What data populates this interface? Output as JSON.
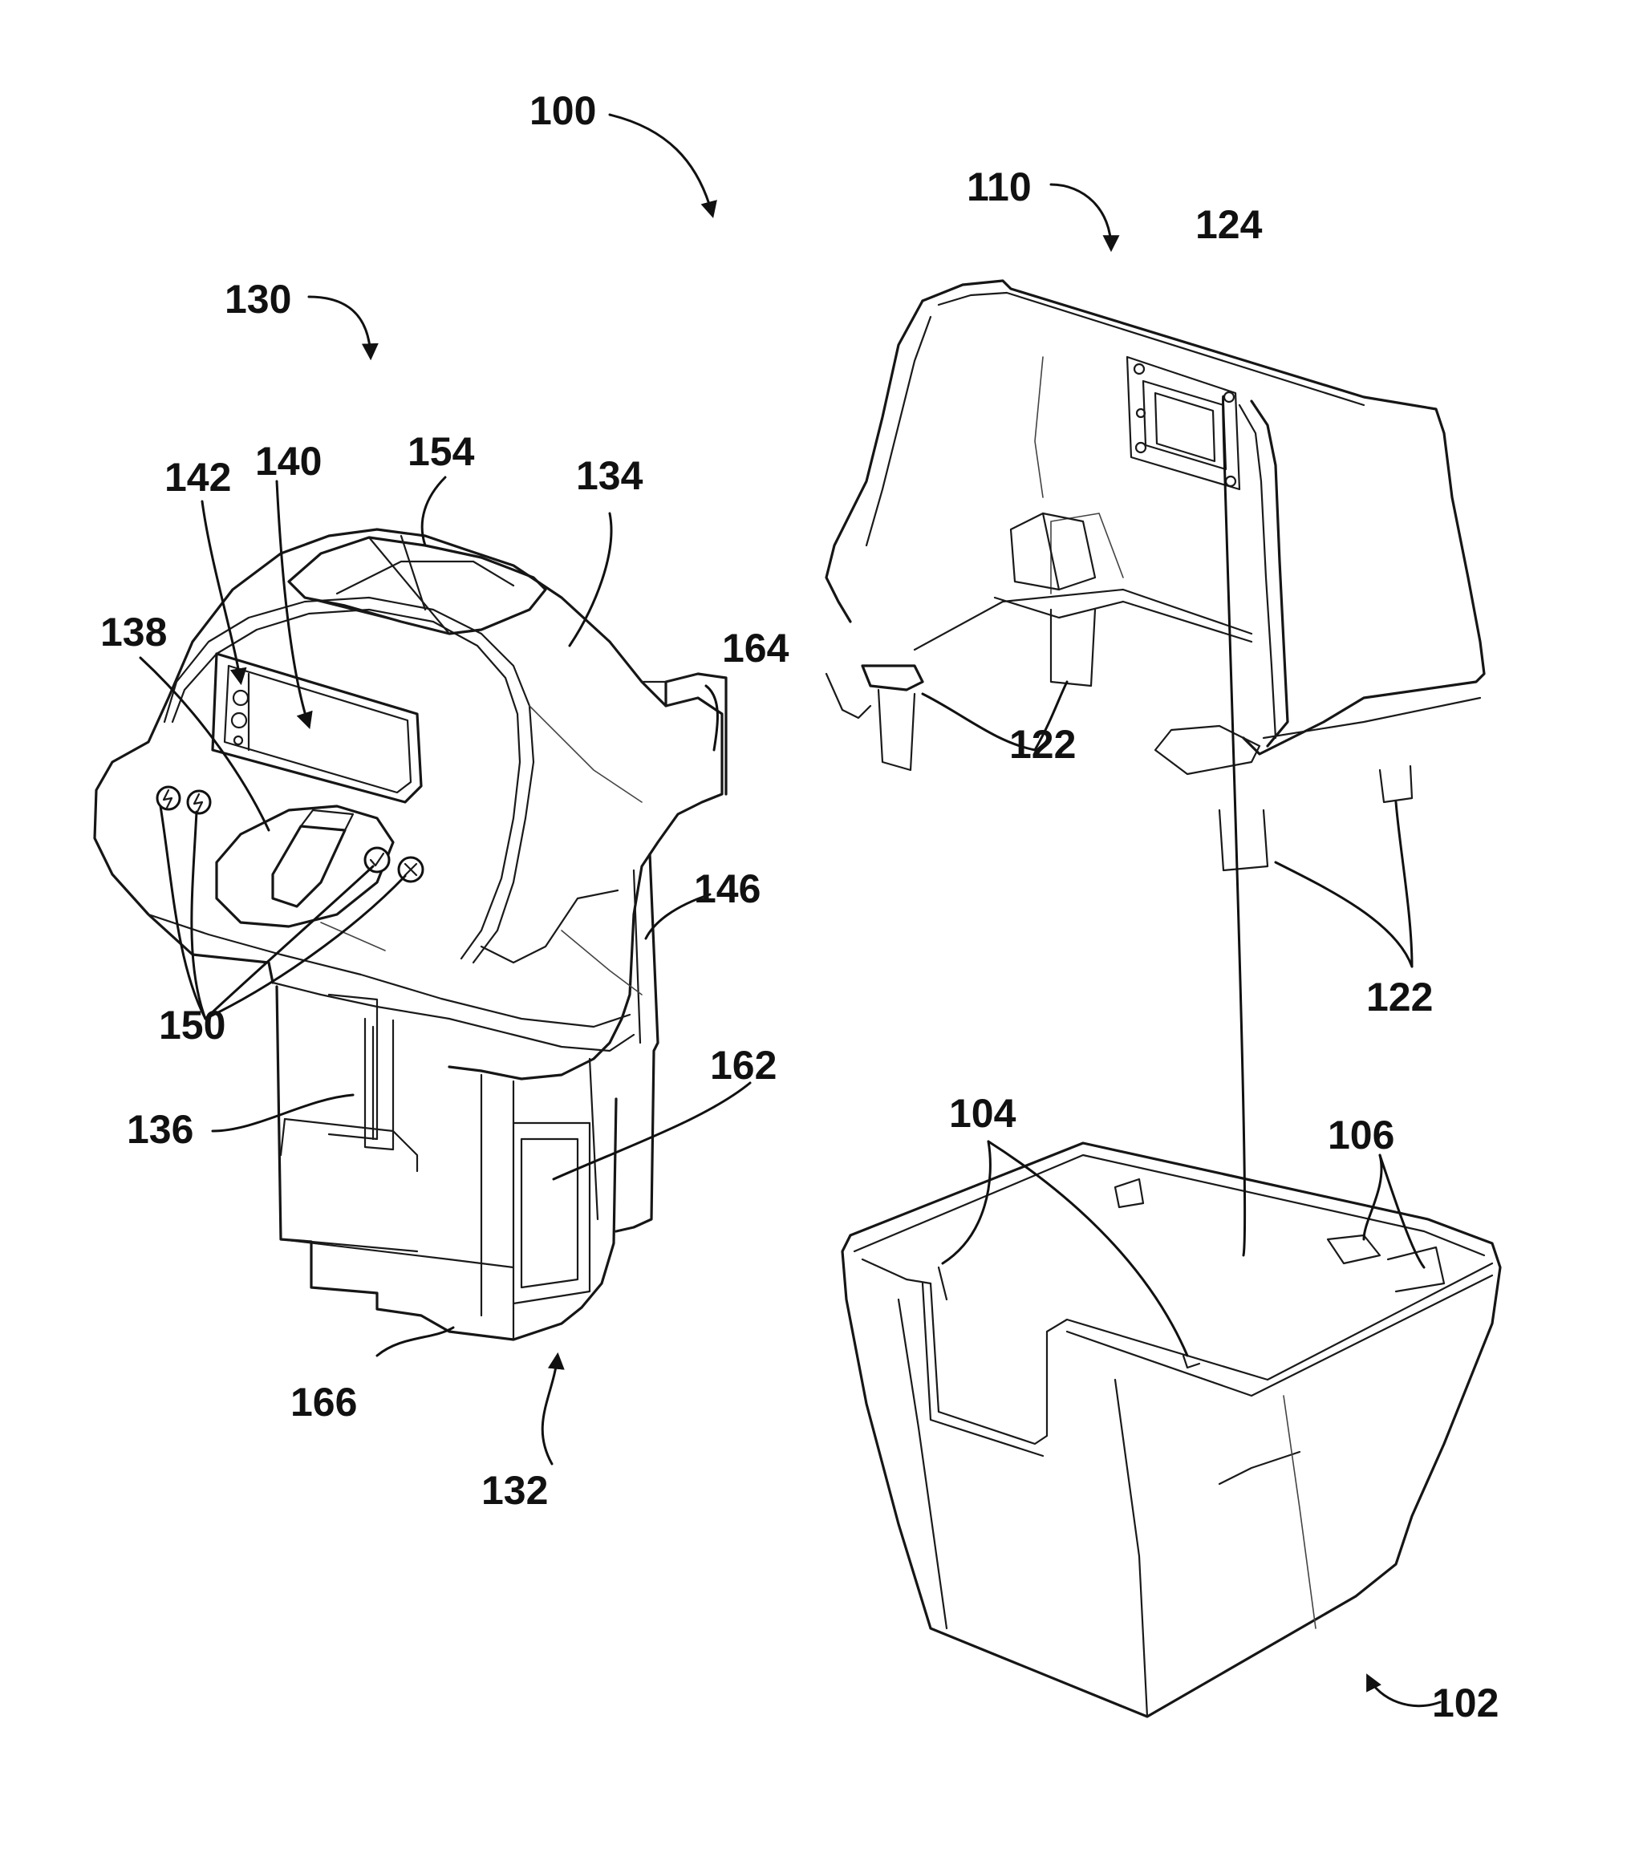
{
  "figure": {
    "labels": {
      "assembly": "100",
      "module": "130",
      "lid": "110",
      "base": "102",
      "window_142": "142",
      "display_140": "140",
      "top_154": "154",
      "housing_134": "134",
      "slot_138": "138",
      "tray_164": "164",
      "side_146": "146",
      "buttons_150": "150",
      "channel_136": "136",
      "panel_162": "162",
      "bottom_166": "166",
      "underside_132": "132",
      "plate_124": "124",
      "feet_front": "122",
      "feet_rear": "122",
      "rails_104": "104",
      "connector_106": "106"
    },
    "button_icons": [
      "lightning-icon",
      "lightning-icon",
      "check-icon",
      "x-icon"
    ]
  }
}
